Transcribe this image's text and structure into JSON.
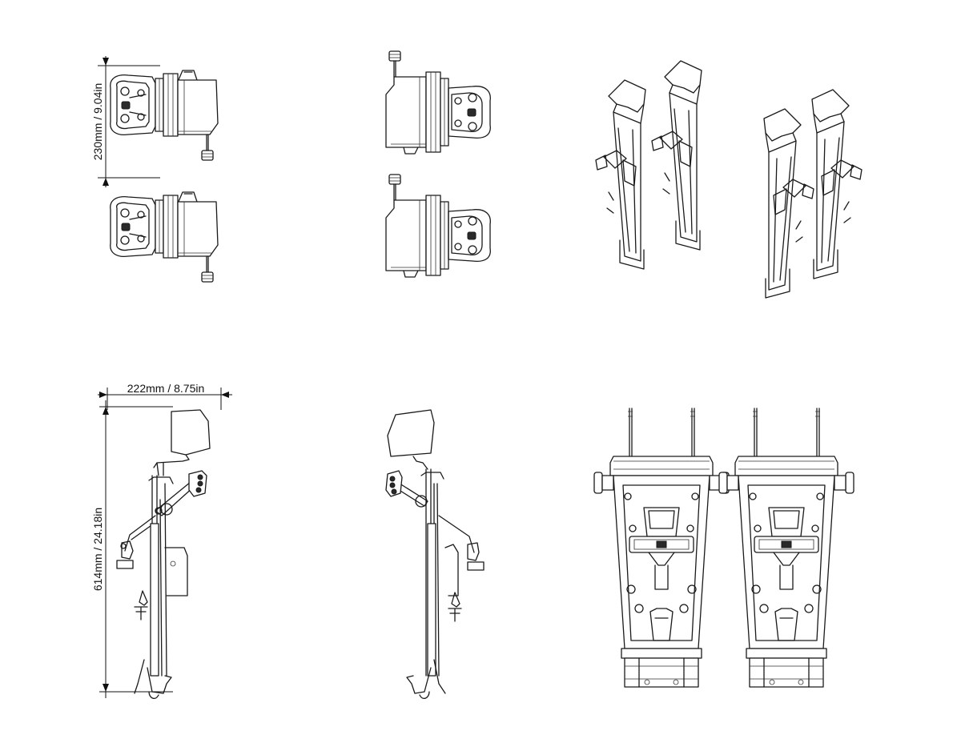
{
  "dimensions": {
    "depth_label": "230mm / 9.04in",
    "width_label": "222mm / 8.75in",
    "height_label": "614mm / 24.18in"
  }
}
